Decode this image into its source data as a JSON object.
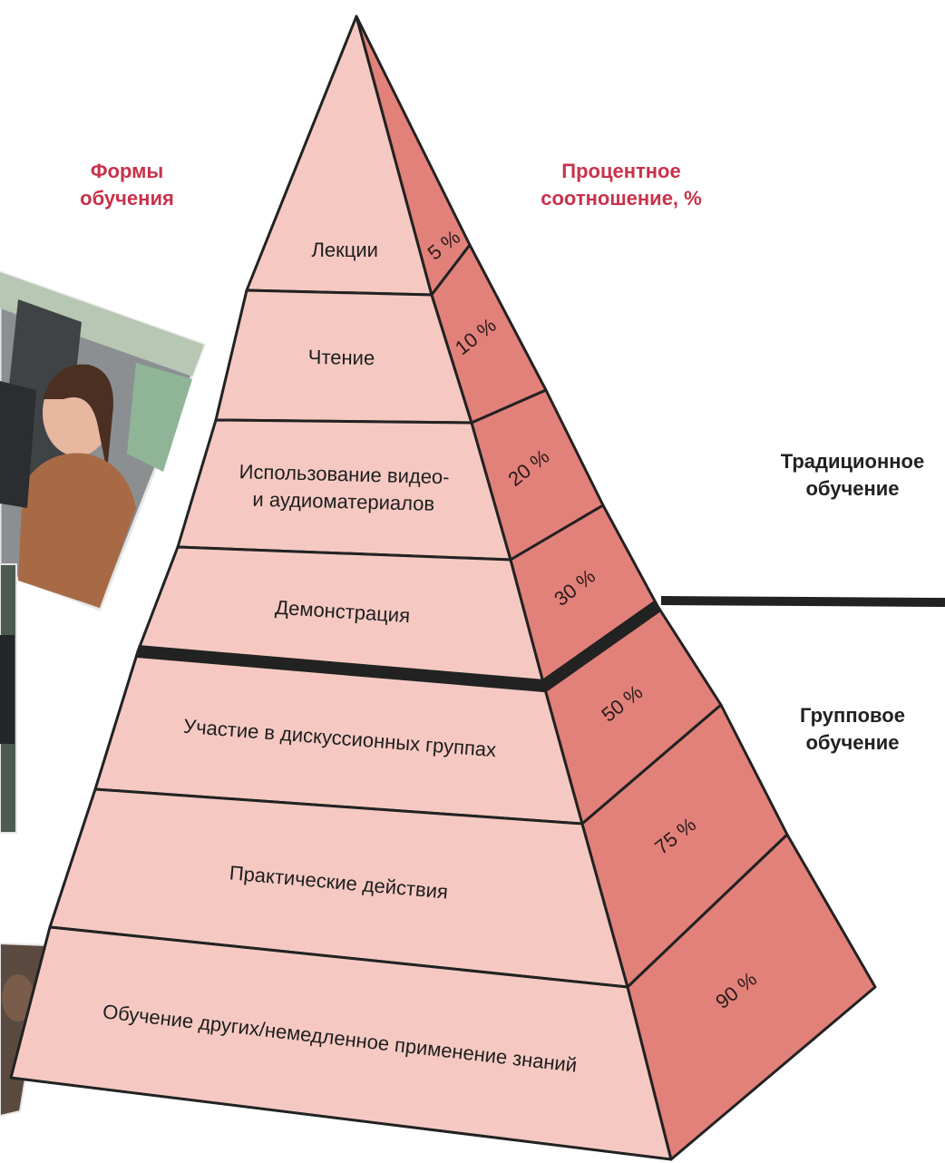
{
  "headers": {
    "forms": "Формы\nобучения",
    "percent": "Процентное\nсоотношение, %"
  },
  "groups": {
    "traditional": "Традиционное\nобучение",
    "group": "Групповое\nобучение"
  },
  "levels": [
    {
      "label": "Лекции",
      "percent": "5 %",
      "value": 5
    },
    {
      "label": "Чтение",
      "percent": "10 %",
      "value": 10
    },
    {
      "label": "Использование видео-\nи аудиоматериалов",
      "percent": "20 %",
      "value": 20
    },
    {
      "label": "Демонстрация",
      "percent": "30 %",
      "value": 30
    },
    {
      "label": "Участие в дискуссионных группах",
      "percent": "50 %",
      "value": 50
    },
    {
      "label": "Практические действия",
      "percent": "75 %",
      "value": 75
    },
    {
      "label": "Обучение других/немедленное применение знаний",
      "percent": "90 %",
      "value": 90
    }
  ],
  "colors": {
    "front_face": "#f5c9c2",
    "side_face": "#e2817a",
    "outline": "#222222",
    "header_text": "#c8324a",
    "photo_wall": "#6f8a78",
    "photo_sweater": "#a86a45"
  }
}
